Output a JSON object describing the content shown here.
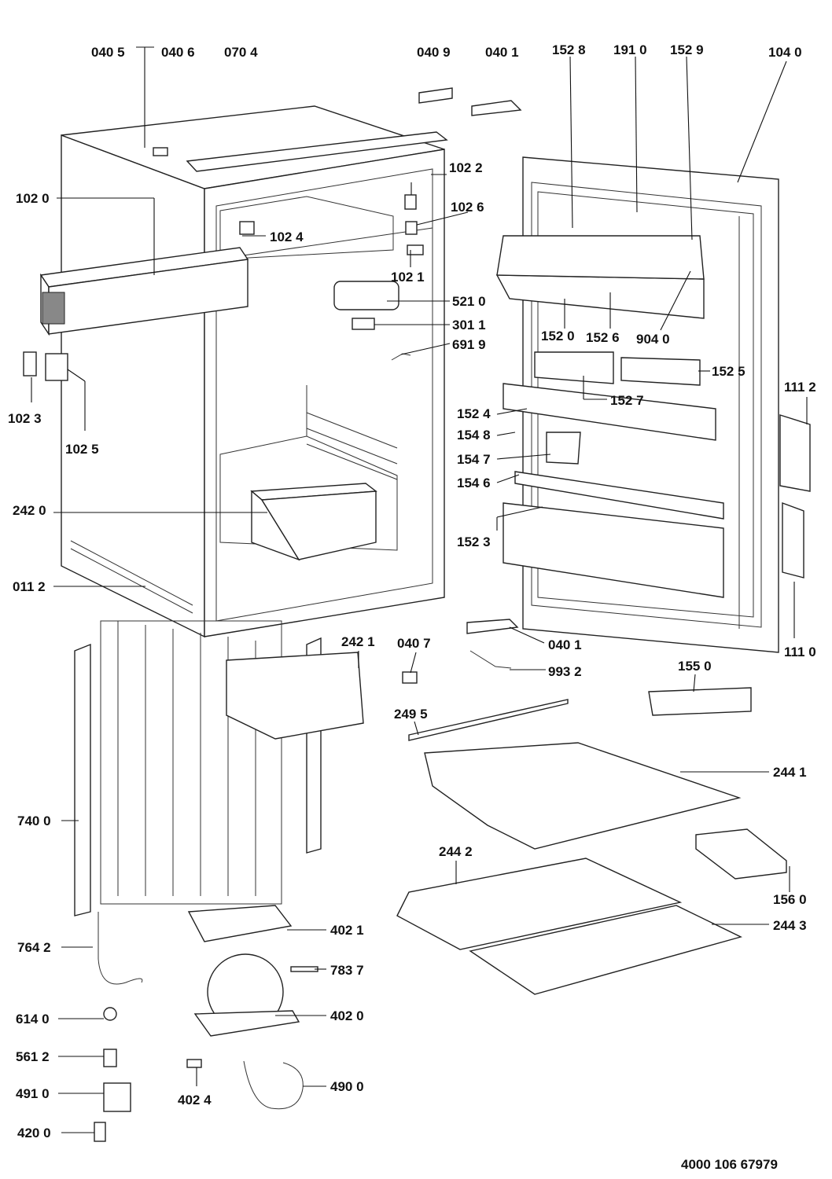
{
  "doc_number": "4000 106 67979",
  "labels": [
    "040 5",
    "040 6",
    "070 4",
    "040 9",
    "040 1",
    "152 8",
    "191 0",
    "152 9",
    "104 0",
    "102 2",
    "102 6",
    "102 0",
    "102 4",
    "102 1",
    "521 0",
    "301 1",
    "691 9",
    "102 3",
    "102 5",
    "242 0",
    "011 2",
    "152 0",
    "152 6",
    "904 0",
    "152 5",
    "152 7",
    "111 2",
    "152 4",
    "154 8",
    "154 7",
    "154 6",
    "152 3",
    "111 0",
    "040 1",
    "993 2",
    "242 1",
    "040 7",
    "155 0",
    "249 5",
    "244 1",
    "740 0",
    "244 2",
    "156 0",
    "244 3",
    "764 2",
    "402 1",
    "783 7",
    "614 0",
    "402 0",
    "561 2",
    "491 0",
    "490 0",
    "402 4",
    "420 0"
  ]
}
